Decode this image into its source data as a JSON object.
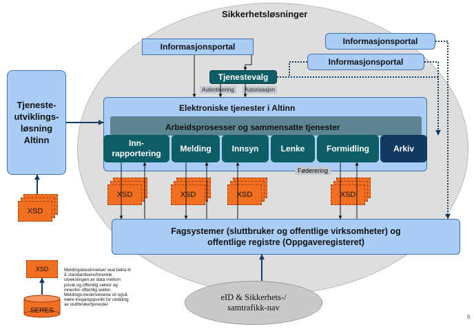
{
  "ellipse_title": "Sikkerhetsløsninger",
  "informasjonsportal_center": "Informasjonsportal",
  "informasjonsportal_right_1": "Informasjonsportal",
  "informasjonsportal_right_2": "Informasjonsportal",
  "tjenestevalg": "Tjenestevalg",
  "autentisering": "Autentisering",
  "autorisasjon": "Autorisasjon",
  "elektroniske_tjenester": "Elektroniske tjenester i Altinn",
  "arbeidsprosesser": "Arbeidsprosesser og sammensatte tjenester",
  "services": {
    "innrapportering_line1": "Inn-",
    "innrapportering_line2": "rapportering",
    "melding": "Melding",
    "innsyn": "Innsyn",
    "lenke": "Lenke",
    "formidling": "Formidling",
    "arkiv": "Arkiv"
  },
  "foderering": "Føderering",
  "tjenesteutvikling": {
    "line1": "Tjeneste-",
    "line2": "utviklings-",
    "line3": "løsning",
    "line4": "Altinn"
  },
  "xsd_label": "XSD",
  "fagsystemer": {
    "line1": "Fagsystemer (sluttbruker og offentlige virksomheter) og",
    "line2": "offentlige registre (Oppgaveregisteret)"
  },
  "eid": {
    "line1": "eID & Sikkerhets-/",
    "line2": "samtrafikk-nav"
  },
  "legend": {
    "xsd": "XSD",
    "seres": "SERES",
    "note_lines": [
      "Meldingsbeskrivelser skal bidra til",
      "å standardisere/forenkle",
      "utvekslingen av data mellom",
      "privat og offentlig sektor og",
      "innenfor offentlig sektor.",
      "Meldings-beskrivelsene vil også",
      "være inngangspunkt for utvikling",
      "av sluttbrukertjenester"
    ]
  },
  "page_number": "6"
}
